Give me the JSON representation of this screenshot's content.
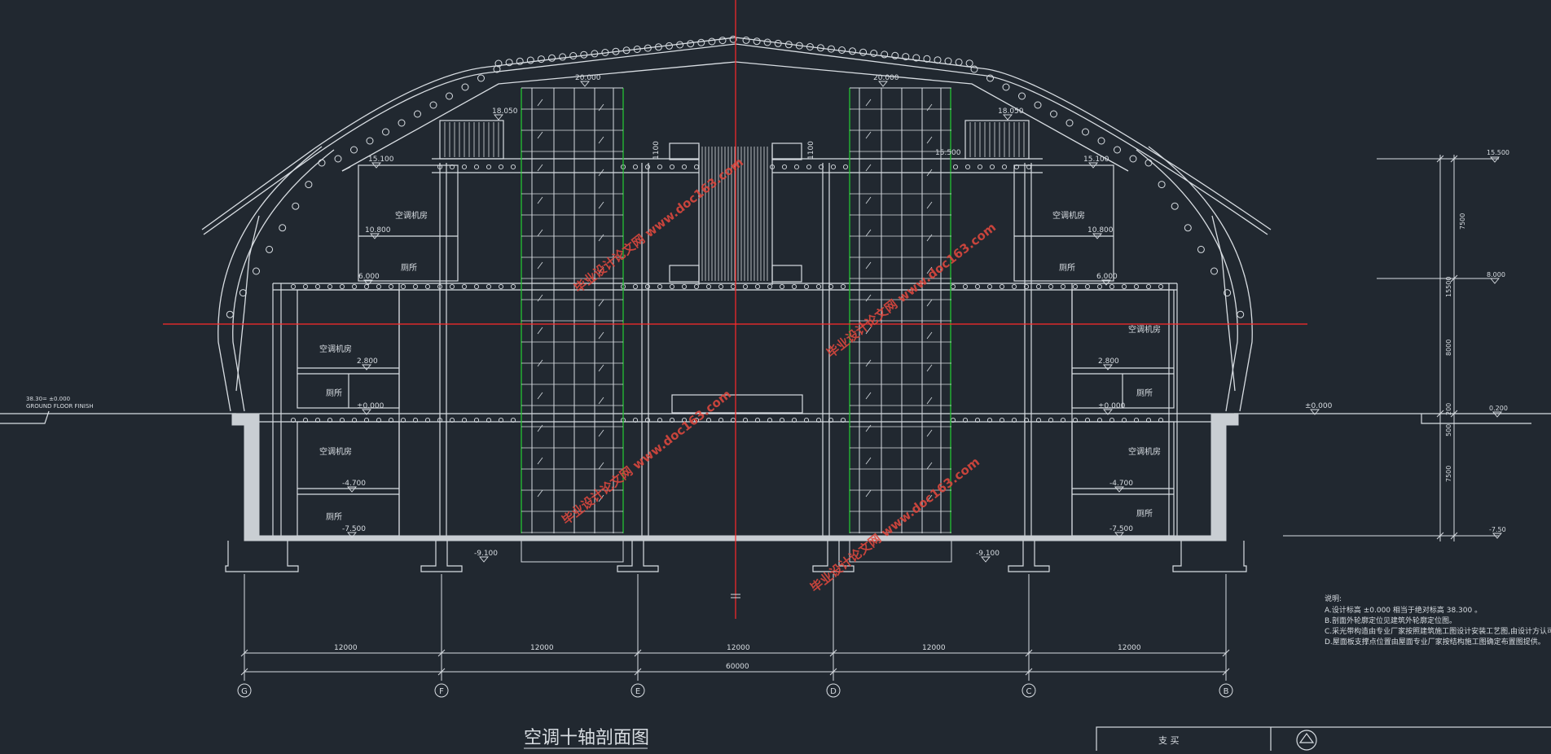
{
  "drawing": {
    "title": "空调十轴剖面图",
    "colors": {
      "background": "#212830",
      "line": "#d8dde2",
      "slab": "#c9ced3",
      "axis": "#ff2a2a",
      "glass": "#22c232",
      "watermark": "#e0483e"
    }
  },
  "levels": {
    "l20_left": "20.000",
    "l20_right": "20.000",
    "l18_left": "18.050",
    "l18_right": "18.050",
    "l15_left": "15.100",
    "l15_right": "15.100",
    "l15_5_mid": "15.500",
    "l10_left": "10.800",
    "l10_right": "10.800",
    "l6_left": "6.000",
    "l6_right": "6.000",
    "l2_left": "2.800",
    "l2_right": "2.800",
    "l0_left": "±0.000",
    "l0_right": "±0.000",
    "l0_outside": "±0.000",
    "lm4_left": "-4.700",
    "lm4_right": "-4.700",
    "lm7_left": "-7.500",
    "lm7_right": "-7.500",
    "lm9_left": "-9.100",
    "lm9_right": "-9.100",
    "ground_note": "38.30= ±0.000",
    "ground_finish": "GROUND FLOOR FINISH",
    "height_1100_a": "1100",
    "height_1100_b": "1100"
  },
  "rooms": {
    "ac_room": "空调机房",
    "toilet": "厕所"
  },
  "right_elevation": {
    "levels": [
      "15.500",
      "8.000",
      "0.200",
      "-7.50"
    ],
    "spans": [
      "7500",
      "15500",
      "8000",
      "7500",
      "500",
      "200"
    ]
  },
  "axes": {
    "labels": [
      "G",
      "F",
      "E",
      "D",
      "C",
      "B"
    ],
    "spacing": [
      "12000",
      "12000",
      "12000",
      "12000",
      "12000"
    ],
    "total": "60000"
  },
  "notes": {
    "title": "说明:",
    "lines": [
      "A.设计标高 ±0.000 相当于绝对标高 38.300 。",
      "B.剖面外轮廓定位见建筑外轮廓定位图。",
      "C.采光带构造由专业厂家按照建筑施工图设计安装工艺图,由设计方认可后方为施工图。",
      "D.屋面板支撑点位置由屋面专业厂家按结构施工图确定布置图提供。"
    ]
  },
  "title_block": {
    "cell": "支 买"
  },
  "watermark": "毕业设计论文网 www.doc163.com"
}
